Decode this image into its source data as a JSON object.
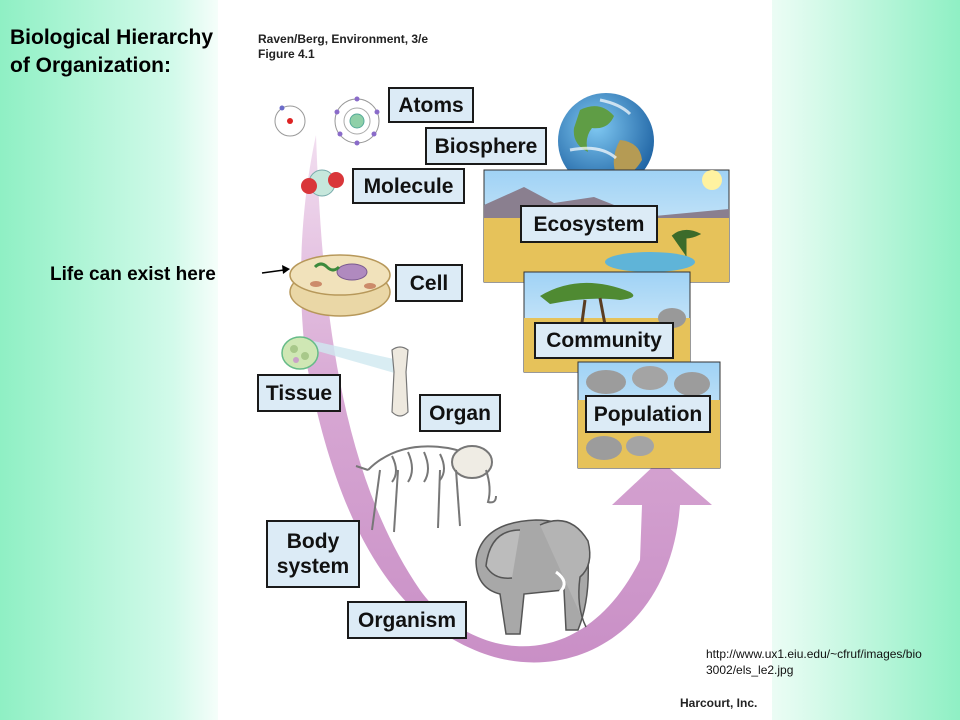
{
  "slide": {
    "title_line1": "Biological Hierarchy",
    "title_line2": "of Organization:",
    "life_note": "Life can exist here",
    "url_line1": "http://www.ux1.eiu.edu/~cfruf/images/bio",
    "url_line2": "3002/els_le2.jpg"
  },
  "figure": {
    "source_line1": "Raven/Berg, Environment, 3/e",
    "source_line2": "Figure 4.1",
    "publisher": "Harcourt, Inc.",
    "levels": {
      "atoms": "Atoms",
      "biosphere": "Biosphere",
      "molecule": "Molecule",
      "ecosystem": "Ecosystem",
      "cell": "Cell",
      "community": "Community",
      "tissue": "Tissue",
      "organ": "Organ",
      "population": "Population",
      "body_system_line1": "Body",
      "body_system_line2": "system",
      "organism": "Organism"
    }
  },
  "colors": {
    "background_green": "#8ff0c4",
    "arrow_pink": "#d49fd0",
    "label_fill": "#dcebf6",
    "savanna": "#e6c25a",
    "sky": "#bfe4ff"
  }
}
